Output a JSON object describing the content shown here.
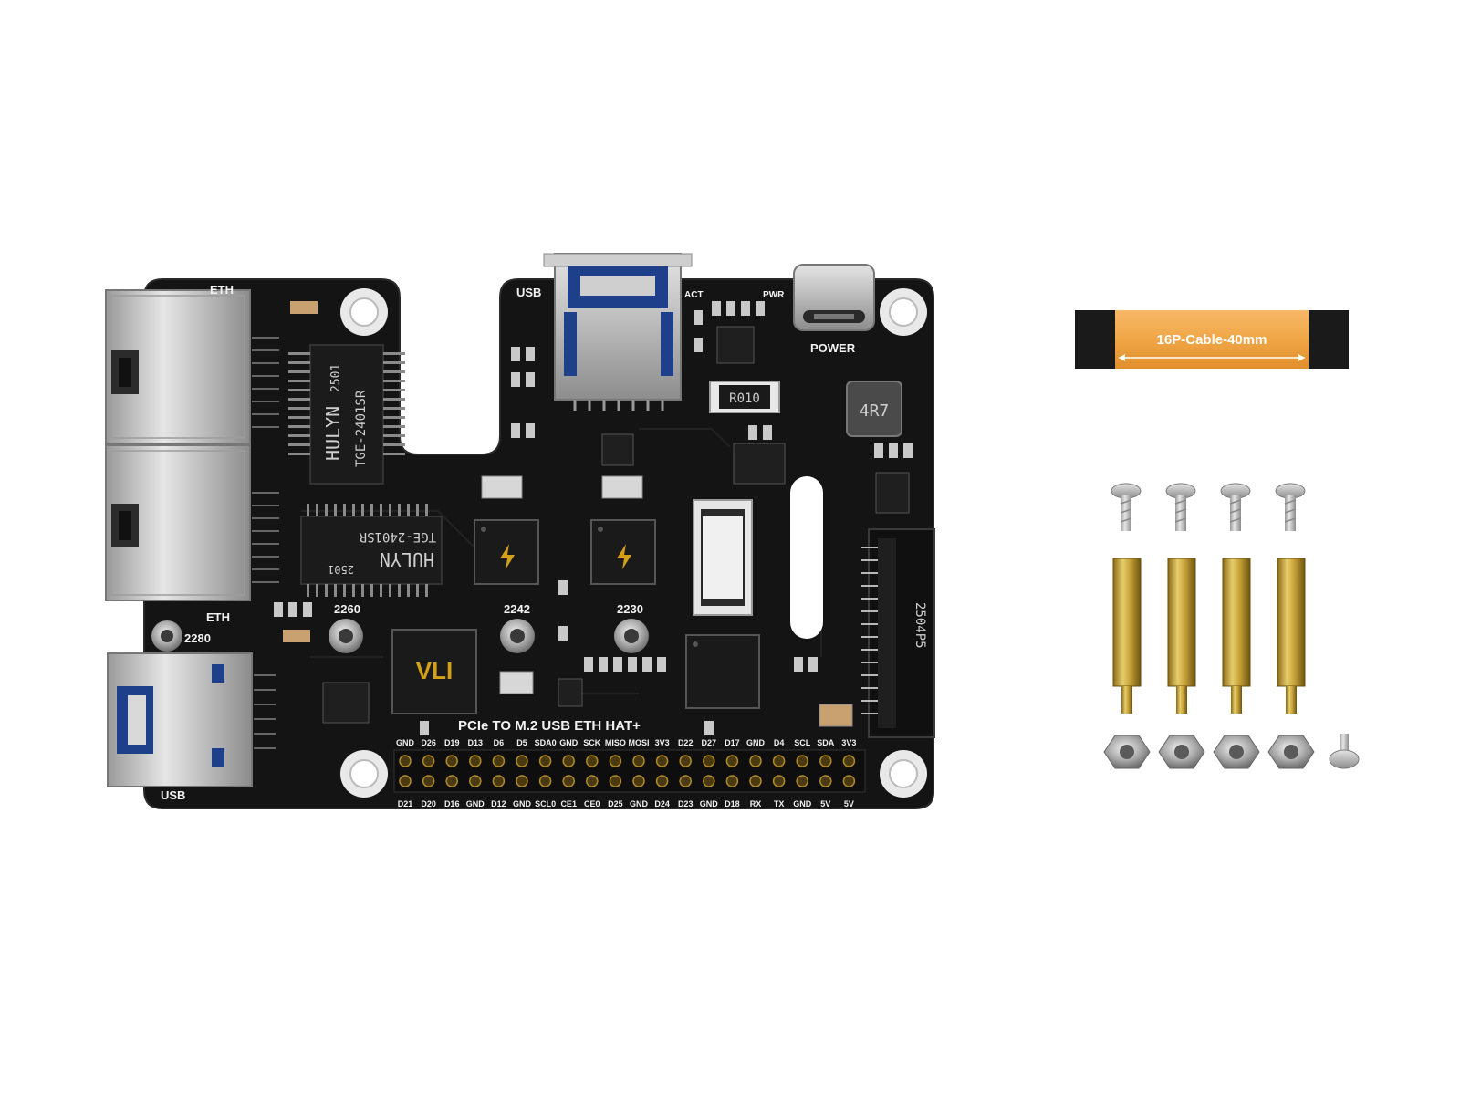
{
  "board": {
    "title": "PCIe TO M.2 USB ETH HAT+",
    "labels": {
      "eth_top": "ETH",
      "eth_bottom": "ETH",
      "usb_top": "USB",
      "usb_bottom": "USB",
      "power": "POWER",
      "act": "ACT",
      "pwr": "PWR",
      "size_2280": "2280",
      "size_2260": "2260",
      "size_2242": "2242",
      "size_2230": "2230"
    },
    "chips": {
      "magnetics_top_brand": "HULYN",
      "magnetics_top_code": "2501",
      "magnetics_top_part": "TGE-2401SR",
      "magnetics_bottom_brand": "HULYN",
      "magnetics_bottom_code": "2501",
      "magnetics_bottom_part": "TGE-2401SR",
      "resistor_sense": "R010",
      "inductor": "4R7",
      "m2_slot_code": "2504P5"
    },
    "gpio_top": [
      "GND",
      "D26",
      "D19",
      "D13",
      "D6",
      "D5",
      "SDA0",
      "GND",
      "SCK",
      "MISO",
      "MOSI",
      "3V3",
      "D22",
      "D27",
      "D17",
      "GND",
      "D4",
      "SCL",
      "SDA",
      "3V3"
    ],
    "gpio_bottom": [
      "D21",
      "D20",
      "D16",
      "GND",
      "D12",
      "GND",
      "SCL0",
      "CE1",
      "CE0",
      "D25",
      "GND",
      "D24",
      "D23",
      "GND",
      "D18",
      "RX",
      "TX",
      "GND",
      "5V",
      "5V"
    ]
  },
  "accessories": {
    "cable_label": "16P-Cable-40mm"
  },
  "colors": {
    "pcb": "#141414",
    "silkscreen": "#f2f2f2",
    "brass": "#c9a53a",
    "cable": "#f0a646",
    "metal": "#b8b8b8"
  }
}
